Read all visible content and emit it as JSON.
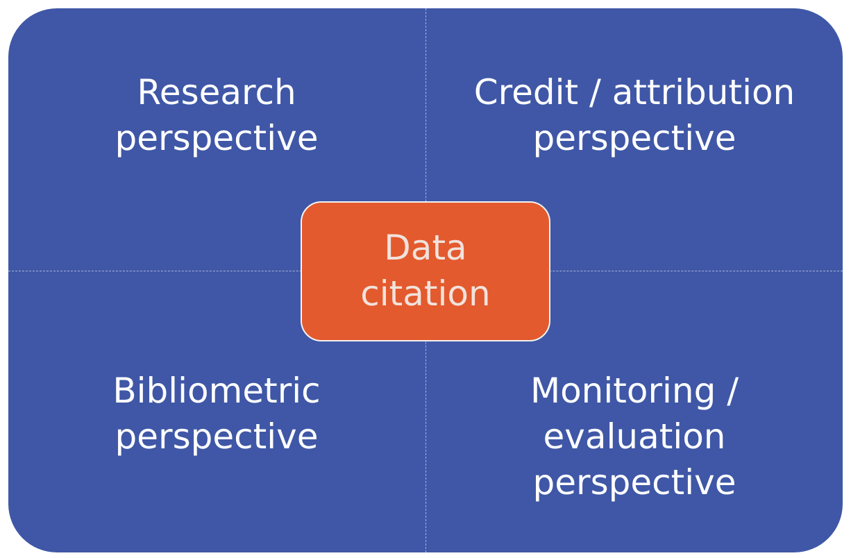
{
  "quadrants": {
    "top_left": {
      "lines": [
        "Research",
        "perspective"
      ]
    },
    "top_right": {
      "lines": [
        "Credit / attribution",
        "perspective"
      ]
    },
    "bottom_left": {
      "lines": [
        "Bibliometric",
        "perspective"
      ]
    },
    "bottom_right": {
      "lines": [
        "Monitoring /",
        "evaluation",
        "perspective"
      ]
    }
  },
  "center": {
    "lines": [
      "Data",
      "citation"
    ]
  },
  "colors": {
    "panel": "#3f57a6",
    "center": "#e35a2e",
    "text": "#ffffff"
  }
}
